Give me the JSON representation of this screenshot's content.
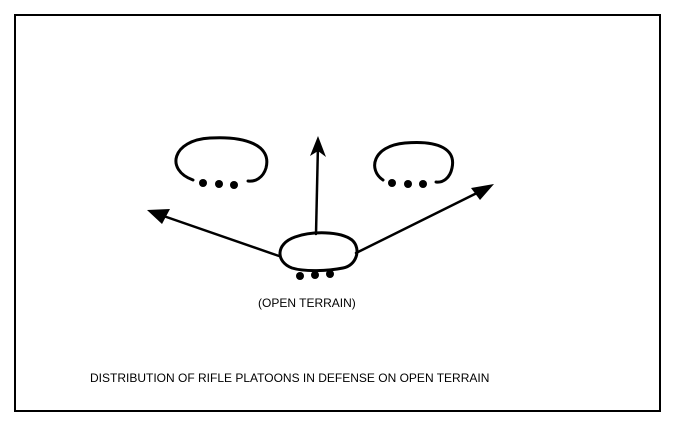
{
  "diagram": {
    "terrain_label": "(OPEN TERRAIN)",
    "caption": "DISTRIBUTION OF RIFLE PLATOONS IN DEFENSE ON OPEN TERRAIN",
    "ink_color": "#000000",
    "background_color": "#ffffff",
    "symbols": [
      "left-platoon-position",
      "right-platoon-position",
      "center-platoon-position"
    ],
    "arrows": [
      "left-arrow",
      "center-arrow",
      "right-arrow"
    ]
  }
}
